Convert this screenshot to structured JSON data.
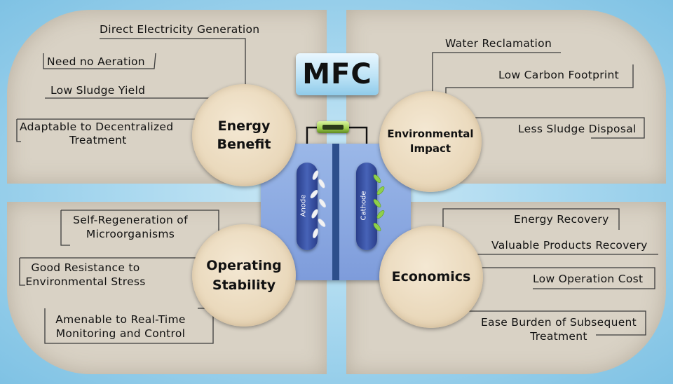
{
  "title": "MFC",
  "reactor": {
    "anode_label": "Anode",
    "cathode_label": "Cathode"
  },
  "quadrants": {
    "energy": {
      "title_line1": "Energy",
      "title_line2": "Benefit",
      "items": [
        "Direct Electricity Generation",
        "Need no Aeration",
        "Low Sludge Yield",
        "Adaptable to Decentralized",
        "Treatment"
      ]
    },
    "environmental": {
      "title_line1": "Environmental",
      "title_line2": "Impact",
      "items": [
        "Water Reclamation",
        "Low Carbon Footprint",
        "Less Sludge Disposal"
      ]
    },
    "operating": {
      "title_line1": "Operating",
      "title_line2": "Stability",
      "items": [
        "Self-Regeneration of",
        "Microorganisms",
        "Good Resistance to",
        "Environmental Stress",
        "Amenable to Real-Time",
        "Monitoring and Control"
      ]
    },
    "economics": {
      "title": "Economics",
      "items": [
        "Energy Recovery",
        "Valuable Products Recovery",
        "Low Operation Cost",
        "Ease Burden of Subsequent",
        "Treatment"
      ]
    }
  }
}
